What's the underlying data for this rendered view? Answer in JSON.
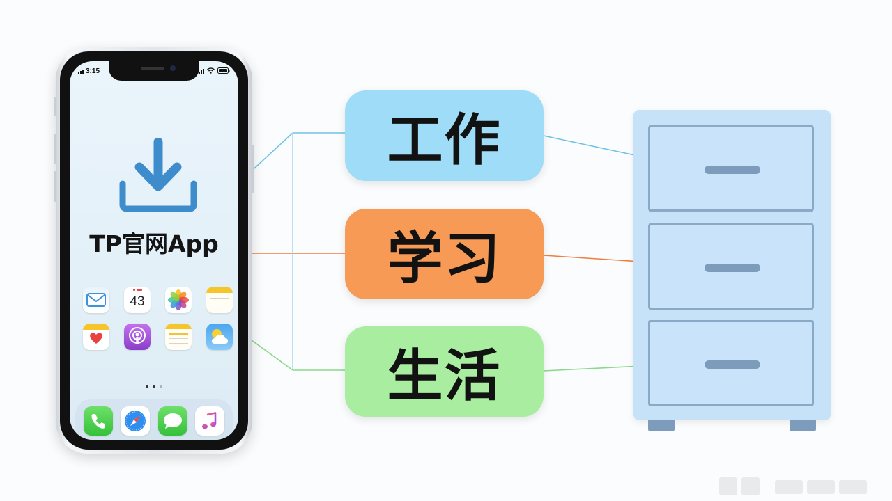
{
  "phone": {
    "status_time": "3:15",
    "app_title": "TP官网App",
    "apps": [
      {
        "label": "",
        "icon": "mail-icon"
      },
      {
        "label": "",
        "icon": "calendar-icon",
        "date": "43"
      },
      {
        "label": "",
        "icon": "photos-icon"
      },
      {
        "label": "",
        "icon": "notes-icon"
      },
      {
        "label": "",
        "icon": "health-icon"
      },
      {
        "label": "",
        "icon": "podcasts-icon"
      },
      {
        "label": "",
        "icon": "notes-list-icon"
      },
      {
        "label": "",
        "icon": "weather-icon"
      }
    ],
    "dock": [
      {
        "icon": "phone-icon"
      },
      {
        "icon": "safari-icon"
      },
      {
        "icon": "messages-icon"
      },
      {
        "icon": "music-icon"
      }
    ]
  },
  "categories": [
    {
      "label": "工作",
      "color": "#9fdcf7",
      "line_color": "#6ec3e6"
    },
    {
      "label": "学习",
      "color": "#f79a55",
      "line_color": "#ef7d3c"
    },
    {
      "label": "生活",
      "color": "#a9eda0",
      "line_color": "#8ad88a"
    }
  ],
  "cabinet": {
    "drawer_count": 3,
    "body_color": "#c6e2f9",
    "accent_color": "#7d9cbc"
  }
}
